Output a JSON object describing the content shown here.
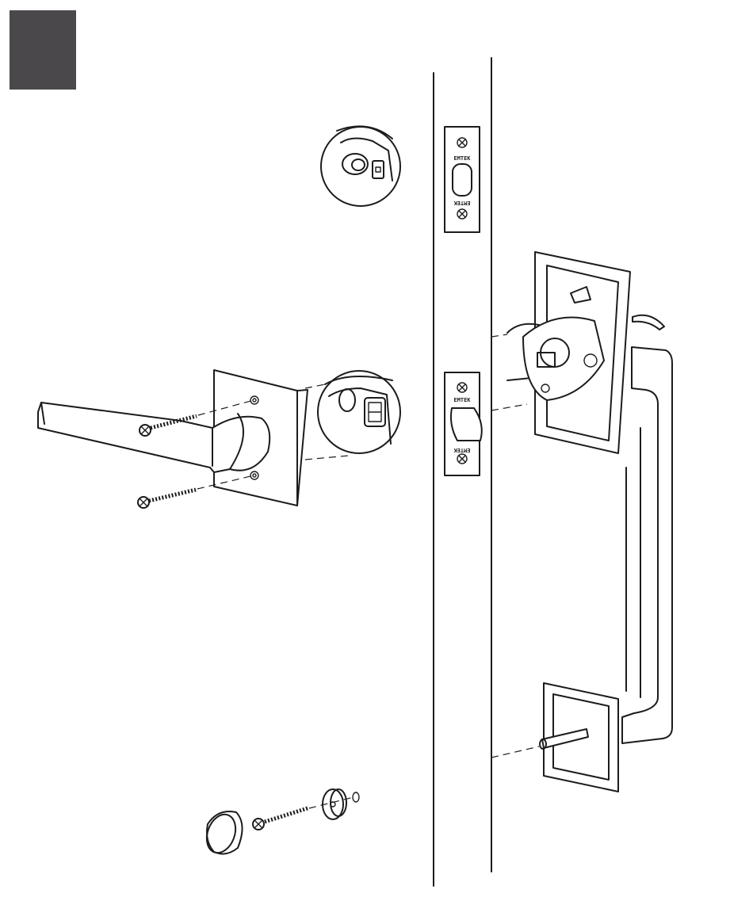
{
  "step_block": {
    "color": "#4b484b",
    "label": ""
  },
  "strike_plate_upper": {
    "stamp_top": "EMTEK",
    "stamp_bottom": "EMTEK"
  },
  "strike_plate_lower": {
    "stamp_top": "EMTEK",
    "stamp_bottom": "EMTEK"
  },
  "ink_color": "#1c1c1c",
  "parts": [
    "lever-handle",
    "rosette",
    "screws",
    "latch",
    "strike-plates",
    "door-edge",
    "handle-grip",
    "escutcheon",
    "trim-bolt",
    "knob-cap",
    "washer"
  ]
}
